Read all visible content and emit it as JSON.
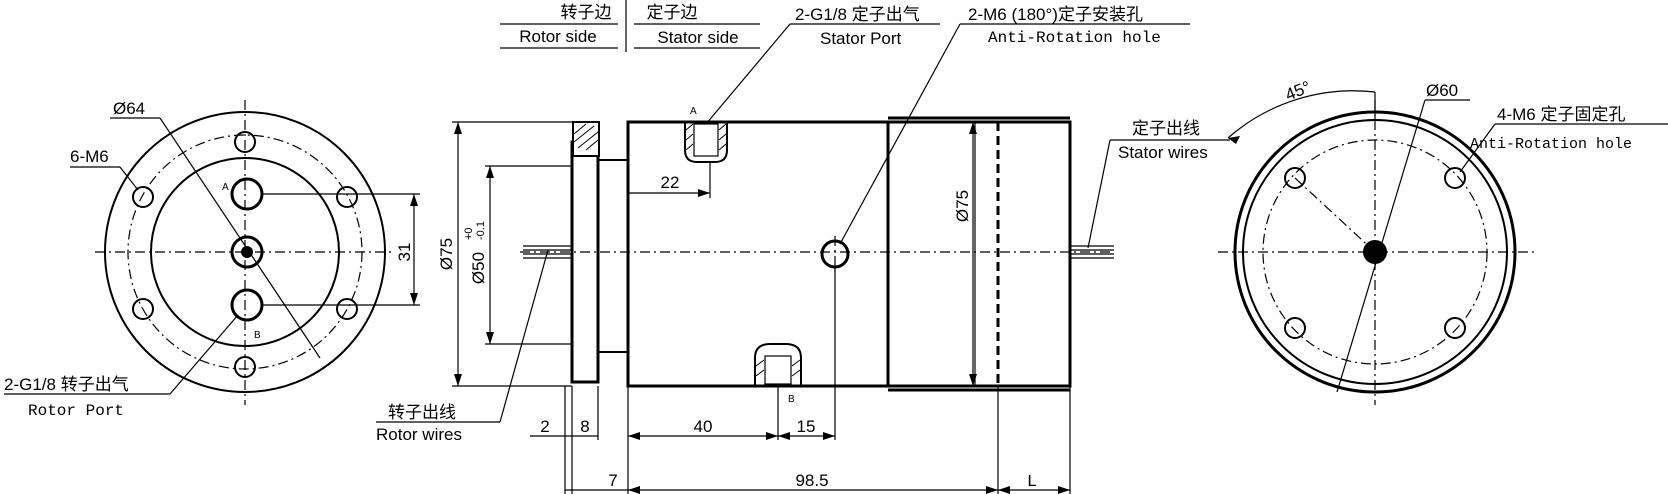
{
  "header": {
    "rotor_side_cn": "转子边",
    "rotor_side_en": "Rotor side",
    "stator_side_cn": "定子边",
    "stator_side_en": "Stator side"
  },
  "callouts": {
    "stator_port_cn": "2-G1/8 定子出气",
    "stator_port_en": "Stator Port",
    "anti_rotation_cn": "2-M6 (180°)定子安装孔",
    "anti_rotation_en": "Anti-Rotation hole",
    "stator_wires_cn": "定子出线",
    "stator_wires_en": "Stator wires",
    "rotor_wires_cn": "转子出线",
    "rotor_wires_en": "Rotor wires",
    "rotor_port_cn": "2-G1/8 转子出气",
    "rotor_port_en": "Rotor Port",
    "fix_hole_cn": "4-M6 定子固定孔",
    "fix_hole_en": "Anti-Rotation hole"
  },
  "left_view": {
    "dia_64": "Ø64",
    "thread": "6-M6",
    "dim_31": "31",
    "port_a": "A",
    "port_b": "B"
  },
  "side_view": {
    "dia_75": "Ø75",
    "dia_50": "Ø50",
    "tol_upper": "+0",
    "tol_lower": "-0.1",
    "dia_75_body": "Ø75",
    "dim_22": "22",
    "dim_2": "2",
    "dim_8": "8",
    "dim_40": "40",
    "dim_15": "15",
    "dim_7": "7",
    "dim_98_5": "98.5",
    "dim_L": "L",
    "port_a": "A",
    "port_b": "B"
  },
  "right_view": {
    "angle": "45°",
    "dia_60": "Ø60"
  }
}
